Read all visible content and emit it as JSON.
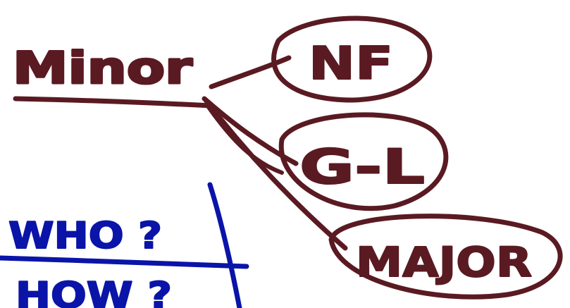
{
  "colors": {
    "maroon_ink": "#5a1a22",
    "blue_ink": "#0a14a8",
    "background": "#ffffff"
  },
  "root": {
    "label": "Minor"
  },
  "branches": [
    {
      "label": "NF"
    },
    {
      "label": "G-L"
    },
    {
      "label": "MAJOR"
    }
  ],
  "table": {
    "row1": "WHO ?",
    "row2": "HOW ?"
  }
}
